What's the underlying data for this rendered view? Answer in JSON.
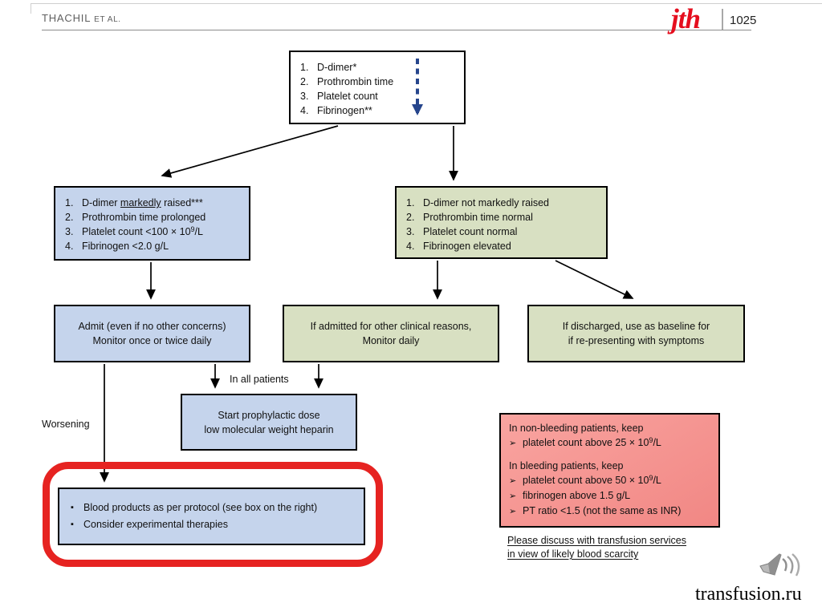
{
  "header": {
    "authors_main": "THACHIL",
    "authors_suffix": "ET AL.",
    "logo": "jth",
    "page": "1025"
  },
  "flow": {
    "tests_box": {
      "items": [
        {
          "num": "1.",
          "text": "D-dimer*"
        },
        {
          "num": "2.",
          "text": "Prothrombin time"
        },
        {
          "num": "3.",
          "text": "Platelet count"
        },
        {
          "num": "4.",
          "text": "Fibrinogen**"
        }
      ]
    },
    "abnormal_box": {
      "item1": {
        "num": "1.",
        "pre": "D-dimer ",
        "underlined": "markedly",
        "post": " raised***"
      },
      "item2": {
        "num": "2.",
        "text": "Prothrombin time prolonged"
      },
      "item3": {
        "num": "3.",
        "pre": "Platelet count <100 × 10",
        "sup": "9",
        "post": "/L"
      },
      "item4": {
        "num": "4.",
        "text": "Fibrinogen <2.0 g/L"
      }
    },
    "normal_box": {
      "items": [
        {
          "num": "1.",
          "text": "D-dimer not markedly raised"
        },
        {
          "num": "2.",
          "text": "Prothrombin time normal"
        },
        {
          "num": "3.",
          "text": "Platelet count normal"
        },
        {
          "num": "4.",
          "text": "Fibrinogen elevated"
        }
      ]
    },
    "admit_box": {
      "line1": "Admit (even if no other concerns)",
      "line2": "Monitor once or twice daily"
    },
    "monitor_box": {
      "line1": "If admitted for other clinical reasons,",
      "line2": "Monitor daily"
    },
    "discharge_box": {
      "line1": "If discharged, use as baseline for",
      "line2": "if re-presenting with symptoms"
    },
    "heparin_box": {
      "line1": "Start prophylactic dose",
      "line2": "low molecular weight heparin"
    },
    "labels": {
      "all_patients": "In all patients",
      "worsening": "Worsening"
    },
    "escalation_box": {
      "bullet": "▪",
      "items": [
        "Blood products as per protocol (see box on the right)",
        "Consider experimental therapies"
      ]
    },
    "transfusion_box": {
      "bullet": "➢",
      "heading1": "In non-bleeding patients, keep",
      "item1": {
        "pre": "platelet count above 25 × 10",
        "sup": "9",
        "post": "/L"
      },
      "heading2": "In bleeding patients, keep",
      "item2": {
        "pre": "platelet count above 50 × 10",
        "sup": "9",
        "post": "/L"
      },
      "item3": "fibrinogen above 1.5 g/L",
      "item4": "PT ratio <1.5 (not the same as INR)"
    },
    "note_line1": "Please discuss with transfusion services",
    "note_line2": "in view of likely blood scarcity"
  },
  "watermark": "transfusion.ru",
  "colors": {
    "blue_box": "#c5d4ec",
    "green_box": "#d8e0c2",
    "pink_box": "#f18784",
    "highlight_red": "#e62321",
    "dashed_arrow_blue": "#26458c",
    "logo_red": "#e50e1e"
  }
}
